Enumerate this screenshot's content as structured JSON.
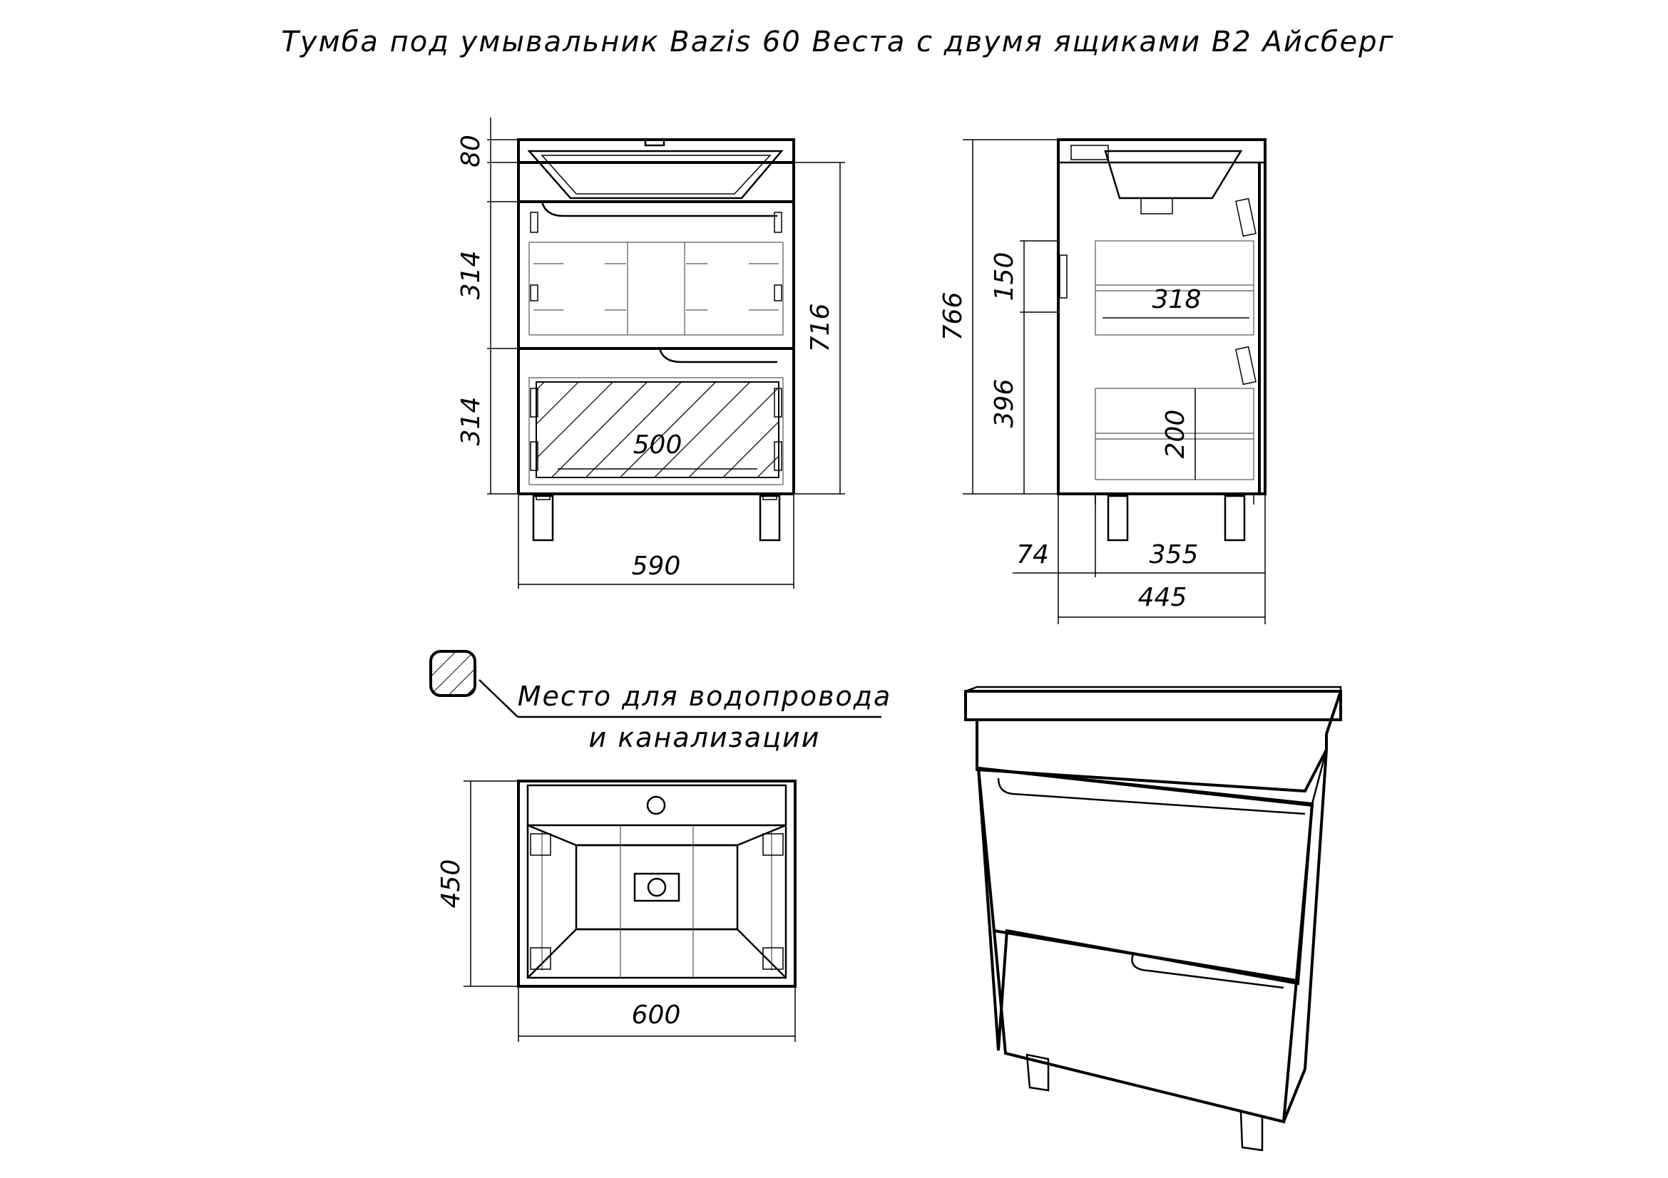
{
  "title": "Тумба под умывальник Bazis 60 Веста с двумя ящиками В2 Айсберг",
  "front_view": {
    "dims": {
      "top_height": "80",
      "drawer1_height": "314",
      "drawer2_height": "314",
      "body_height": "716",
      "width": "590",
      "inner_width": "500"
    }
  },
  "side_view": {
    "dims": {
      "total_height": "766",
      "drawer_front_height": "150",
      "lower_height": "396",
      "drawer1_depth": "318",
      "drawer2_height": "200",
      "foot_offset": "74",
      "foot_span": "355",
      "depth": "445"
    }
  },
  "top_view": {
    "dims": {
      "depth": "450",
      "width": "600"
    }
  },
  "legend": {
    "line1": "Место для водопровода",
    "line2": "и канализации"
  }
}
